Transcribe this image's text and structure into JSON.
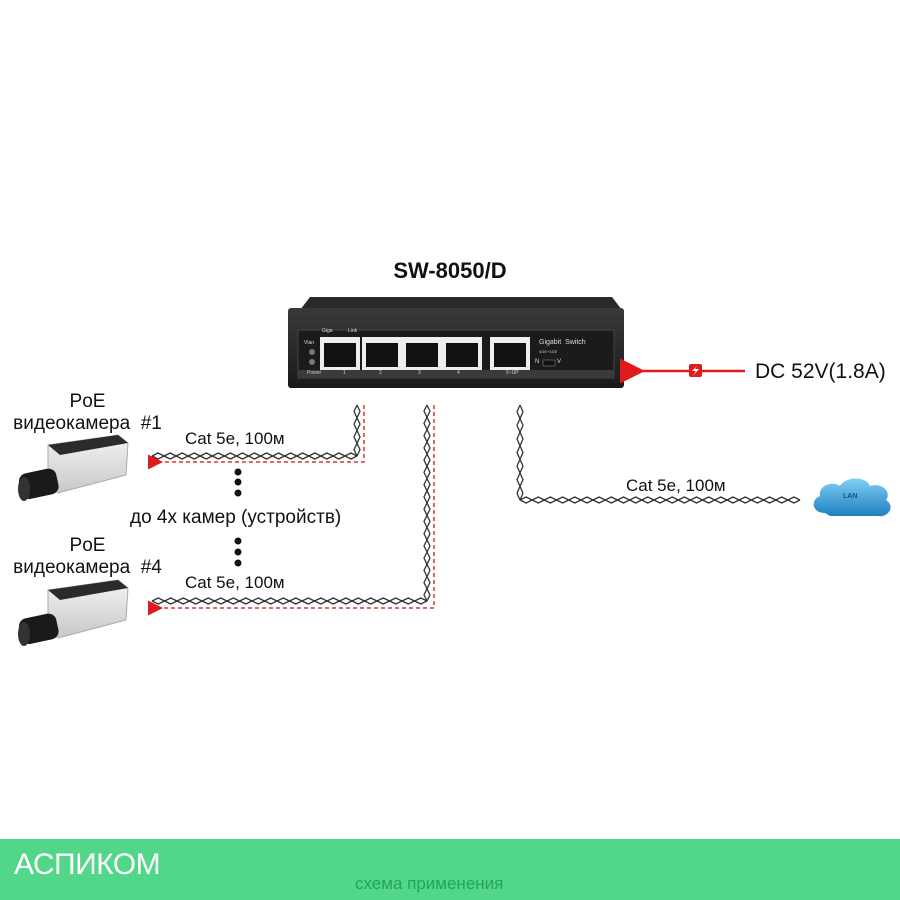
{
  "diagram": {
    "device_model": "SW-8050/D",
    "switch_panel": {
      "top_labels": [
        "Giga",
        "Link"
      ],
      "left_labels": [
        "Vlan",
        "Power"
      ],
      "port_numbers": [
        "1",
        "2",
        "3",
        "4",
        "5~UP"
      ],
      "brand_text": "Gigabit  Switch",
      "spec_text": "4GE+1GE",
      "switch_labels": [
        "N",
        "V"
      ]
    },
    "power": {
      "label": "DC 52V(1.8A)",
      "icon": "lightning-icon",
      "color": "#e01b1b"
    },
    "cameras": [
      {
        "line1": "PoE",
        "line2": "видеокамера  #1",
        "cable": "Cat 5e, 100м"
      },
      {
        "line1": "PoE",
        "line2": "видеокамера  #4",
        "cable": "Cat 5e, 100м"
      }
    ],
    "range_note": "до 4х камер (устройств)",
    "uplink": {
      "cable": "Cat 5e, 100м",
      "network": "LAN"
    }
  },
  "footer": {
    "brand": "АСПИКОМ",
    "caption": "схема применения",
    "color": "#52d68a"
  }
}
